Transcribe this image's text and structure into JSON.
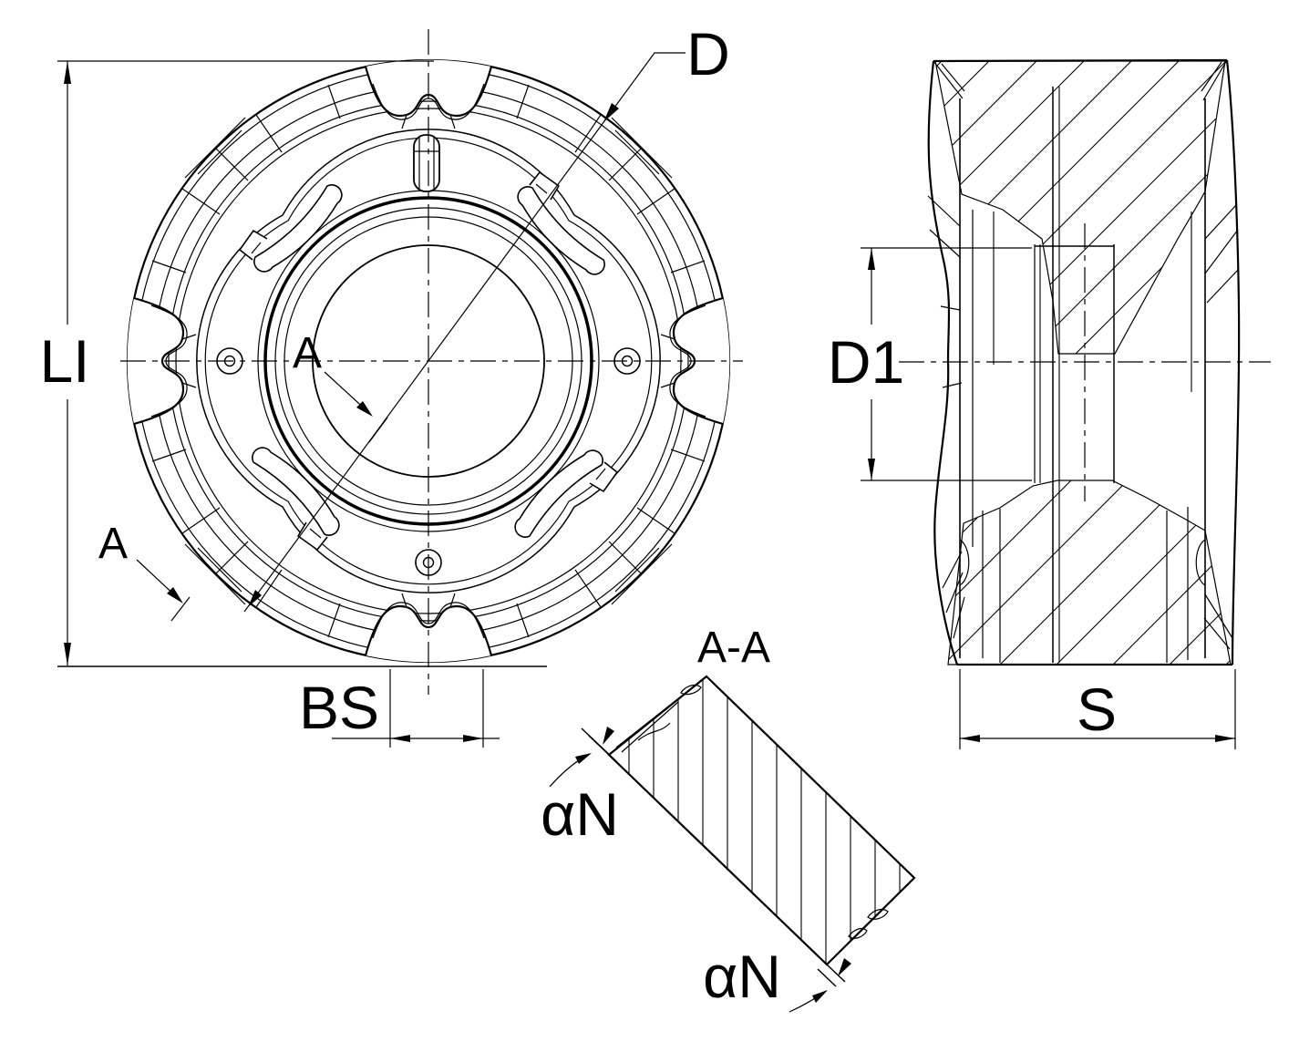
{
  "colors": {
    "background": "#ffffff",
    "ink": "#000000"
  },
  "front_view": {
    "height_dim": "LI",
    "diameter_dim": "D",
    "wiper_width_dim": "BS",
    "section_arrow_upper": "A",
    "section_arrow_lower": "A"
  },
  "side_view": {
    "bore_dim": "D1",
    "thickness_dim": "S"
  },
  "section_view": {
    "title": "A-A",
    "clearance_angle_top": "αN",
    "clearance_angle_bottom": "αN"
  }
}
